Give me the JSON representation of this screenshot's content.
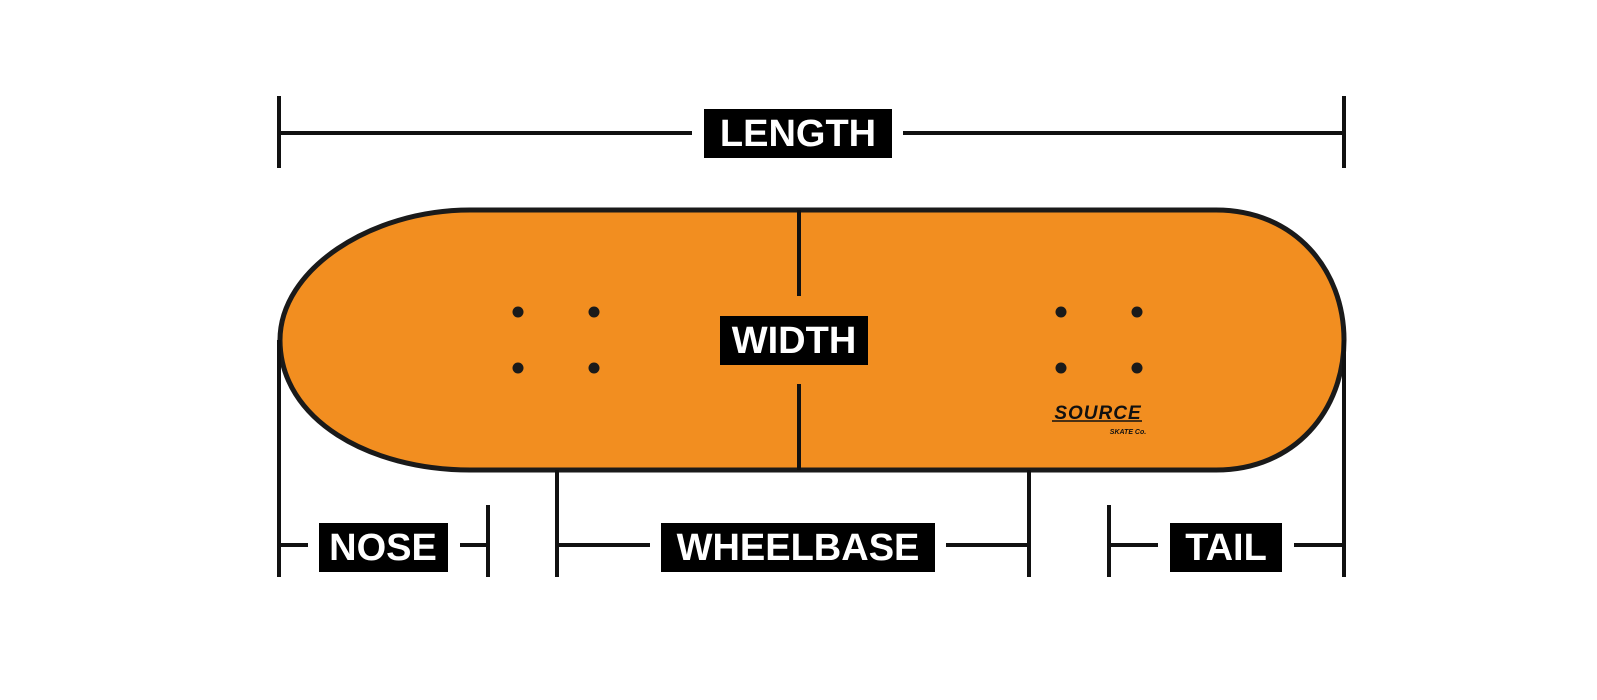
{
  "diagram": {
    "labels": {
      "length": "LENGTH",
      "width": "WIDTH",
      "nose": "NOSE",
      "wheelbase": "WHEELBASE",
      "tail": "TAIL"
    },
    "logo": {
      "brand": "SOURCE",
      "sub": "SKATE Co."
    },
    "colors": {
      "deck_fill": "#F28E20",
      "outline": "#1a1a1a",
      "label_background": "#000000",
      "label_text": "#ffffff",
      "background": "#ffffff"
    }
  }
}
